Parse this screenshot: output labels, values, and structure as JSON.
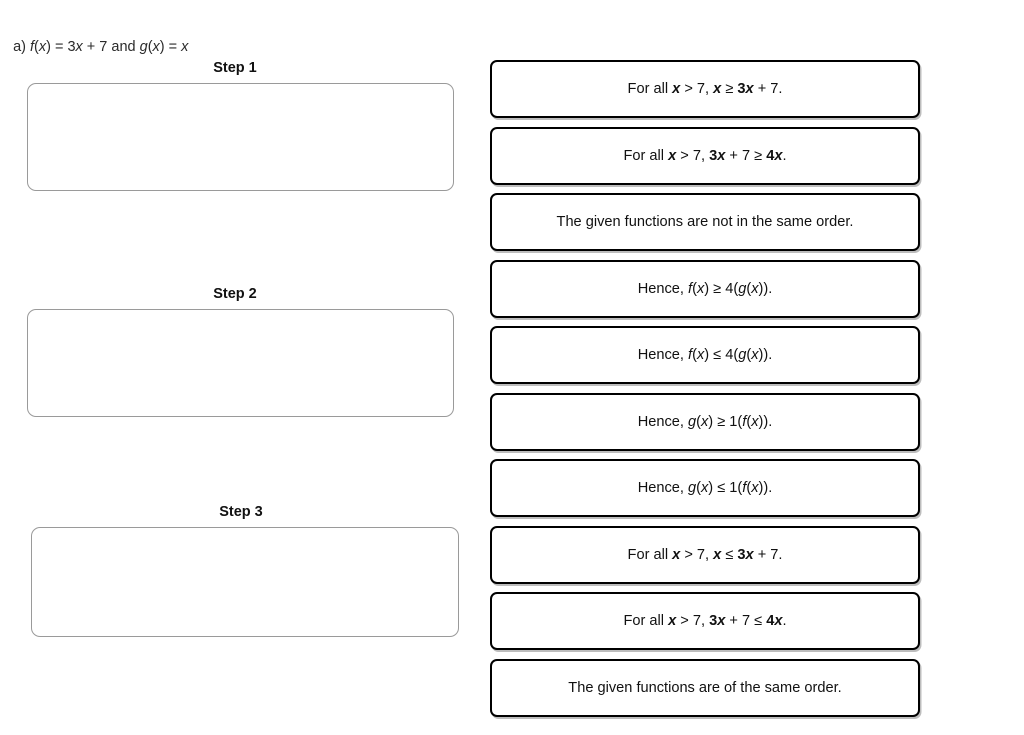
{
  "prompt": {
    "label": "a) ",
    "text": "f(x) = 3x + 7 and g(x) = x",
    "parts": [
      {
        "t": "a) ",
        "style": "plain"
      },
      {
        "t": "f",
        "style": "italic"
      },
      {
        "t": "(",
        "style": "plain"
      },
      {
        "t": "x",
        "style": "italic"
      },
      {
        "t": ") = 3",
        "style": "plain"
      },
      {
        "t": "x",
        "style": "italic"
      },
      {
        "t": " + 7 and ",
        "style": "plain"
      },
      {
        "t": "g",
        "style": "italic"
      },
      {
        "t": "(",
        "style": "plain"
      },
      {
        "t": "x",
        "style": "italic"
      },
      {
        "t": ") = ",
        "style": "plain"
      },
      {
        "t": "x",
        "style": "italic"
      }
    ]
  },
  "steps": [
    {
      "label": "Step 1",
      "value": "",
      "placeholder": ""
    },
    {
      "label": "Step 2",
      "value": "",
      "placeholder": ""
    },
    {
      "label": "Step 3",
      "value": "",
      "placeholder": ""
    }
  ],
  "answers": [
    {
      "id": "ans-1",
      "text": "For all x > 7, x ≥ 3x + 7."
    },
    {
      "id": "ans-2",
      "text": "For all x > 7, 3x + 7 ≥ 4x."
    },
    {
      "id": "ans-3",
      "text": "The given functions are not in the same order."
    },
    {
      "id": "ans-4",
      "text": "Hence, f(x) ≥ 4(g(x))."
    },
    {
      "id": "ans-5",
      "text": "Hence, f(x) ≤ 4(g(x))."
    },
    {
      "id": "ans-6",
      "text": "Hence, g(x) ≥ 1(f(x))."
    },
    {
      "id": "ans-7",
      "text": "Hence, g(x) ≤ 1(f(x))."
    },
    {
      "id": "ans-8",
      "text": "For all x > 7, x ≤ 3x + 7."
    },
    {
      "id": "ans-9",
      "text": "For all x > 7, 3x + 7 ≤ 4x."
    },
    {
      "id": "ans-10",
      "text": "The given functions are of the same order."
    }
  ],
  "colors": {
    "background": "#ffffff",
    "text": "#111111",
    "tile_border": "#000000",
    "dropzone_border": "#9a9a9a",
    "tile_shadow": "rgba(0,0,0,0.26)"
  }
}
